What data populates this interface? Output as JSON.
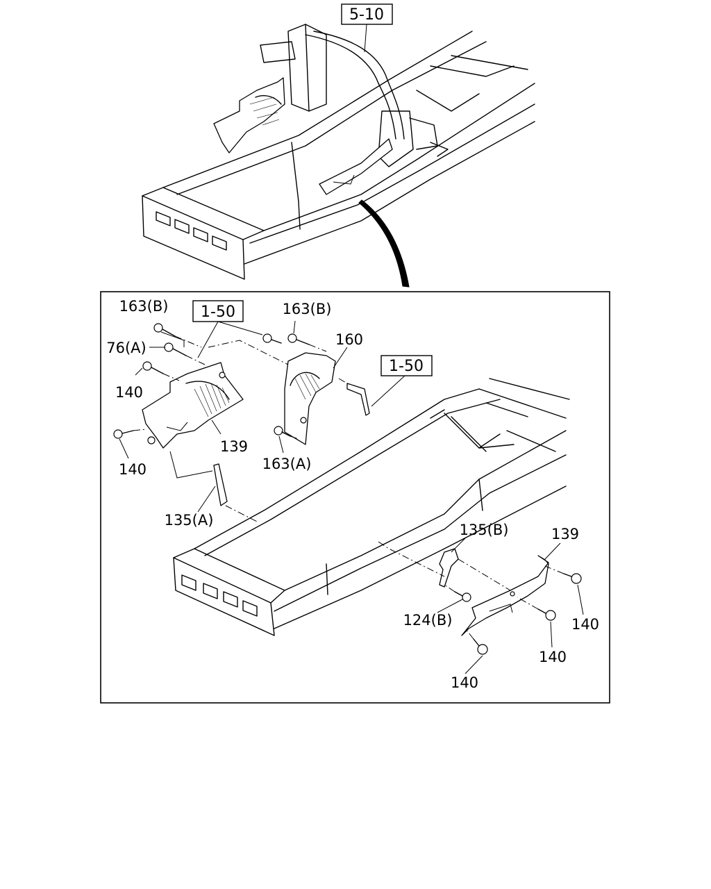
{
  "references": {
    "top_ref": "5-10",
    "ref_a": "1-50",
    "ref_b": "1-50"
  },
  "callouts": {
    "bolt_163b_left": "163(B)",
    "bolt_76a": "76(A)",
    "bolt_140_upper": "140",
    "bolt_140_left": "140",
    "shield_139_front": "139",
    "bracket_135a": "135(A)",
    "bolt_163b_right": "163(B)",
    "shield_160": "160",
    "bolt_163a": "163(A)",
    "bracket_135b": "135(B)",
    "shield_139_rear": "139",
    "bolt_124b": "124(B)",
    "bolt_140_right": "140",
    "bolt_140_mid": "140",
    "bolt_140_bottom": "140"
  }
}
